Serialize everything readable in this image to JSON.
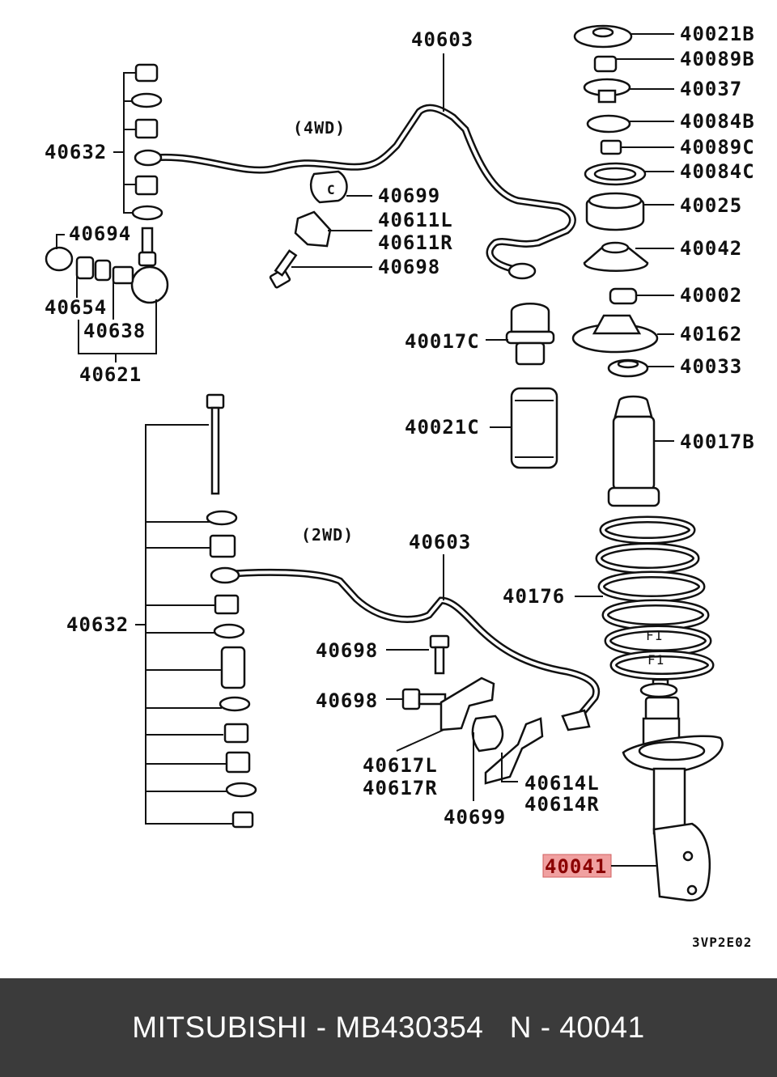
{
  "diagram": {
    "variant_labels": {
      "four_wd": "(4WD)",
      "two_wd": "(2WD)"
    },
    "labels": {
      "l40603_top": "40603",
      "l40632_top": "40632",
      "l40694": "40694",
      "l40654": "40654",
      "l40638": "40638",
      "l40621": "40621",
      "l40699_top": "40699",
      "l40611L": "40611L",
      "l40611R": "40611R",
      "l40698_top": "40698",
      "l40021B": "40021B",
      "l40089B": "40089B",
      "l40037": "40037",
      "l40084B": "40084B",
      "l40089C": "40089C",
      "l40084C": "40084C",
      "l40025": "40025",
      "l40042": "40042",
      "l40002": "40002",
      "l40162": "40162",
      "l40033": "40033",
      "l40017C": "40017C",
      "l40021C": "40021C",
      "l40017B": "40017B",
      "l40176": "40176",
      "l40603_bot": "40603",
      "l40632_bot": "40632",
      "l40698_a": "40698",
      "l40698_b": "40698",
      "l40617L": "40617L",
      "l40617R": "40617R",
      "l40614L": "40614L",
      "l40614R": "40614R",
      "l40699_bot": "40699",
      "l40041": "40041"
    },
    "highlighted_part": "40041",
    "highlight_color": "#f0a0a0",
    "spring_marks": [
      "F1",
      "F1"
    ],
    "drawing_code": "3VP2E02"
  },
  "footer": {
    "text": "MITSUBISHI - MB430354   N - 40041",
    "background": "#3b3b3b",
    "color": "#ffffff"
  }
}
